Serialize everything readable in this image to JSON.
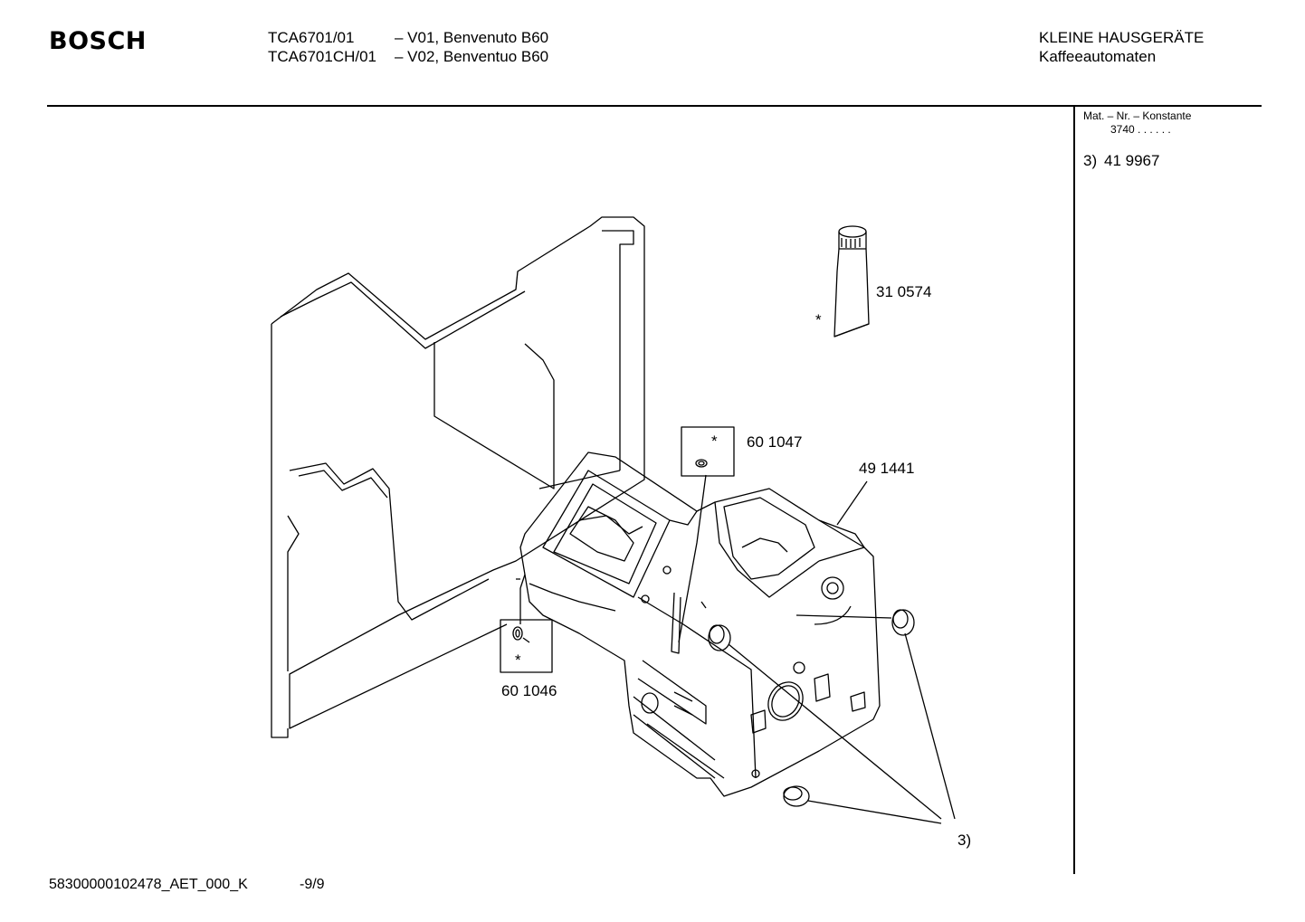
{
  "header": {
    "brand": "BOSCH",
    "models": [
      {
        "code": "TCA6701/01",
        "desc": "– V01, Benvenuto B60"
      },
      {
        "code": "TCA6701CH/01",
        "desc": "– V02, Benventuo B60"
      }
    ],
    "category": "KLEINE HAUSGERÄTE",
    "subcategory": "Kaffeeautomaten"
  },
  "sidebar": {
    "constant_label": "Mat. – Nr. – Konstante",
    "constant_value": "3740 . .   . . . .",
    "parts": [
      {
        "ref": "3)",
        "number": "41 9967"
      }
    ]
  },
  "diagram": {
    "labels": {
      "grease_tube": "31 0574",
      "grease_star": "*",
      "seal_top": "60 1047",
      "seal_top_star": "*",
      "housing": "49 1441",
      "seal_left": "60 1046",
      "seal_left_star": "*",
      "caps_ref": "3)"
    }
  },
  "footer": {
    "doc_id": "58300000102478_AET_000_K",
    "page": "-9/9"
  }
}
